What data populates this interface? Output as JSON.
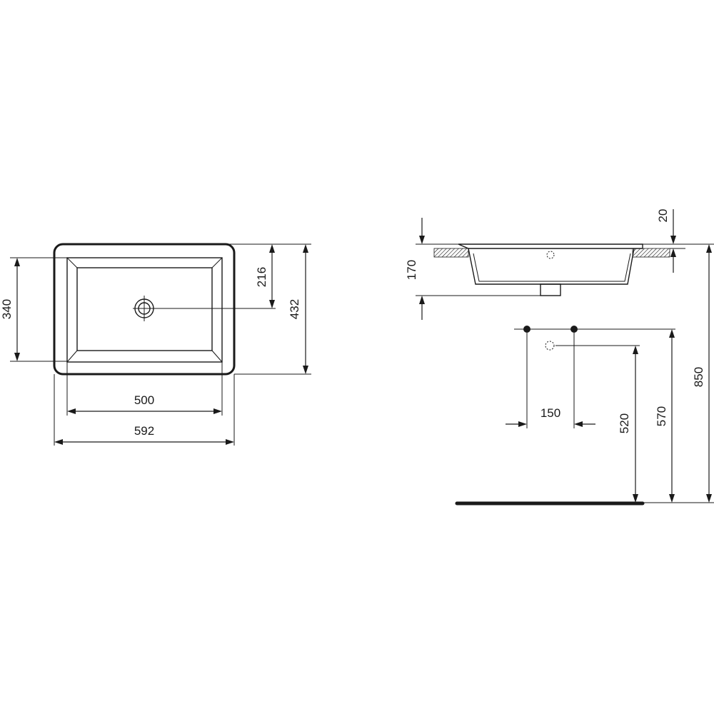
{
  "drawing": {
    "top_view": {
      "dim_outer_width": "592",
      "dim_inner_width": "500",
      "dim_inner_depth": "340",
      "dim_outer_depth": "432",
      "dim_tap_hole_offset": "216"
    },
    "side_view": {
      "dim_basin_height": "170",
      "dim_rim_thickness": "20",
      "dim_rim_height_floor": "850",
      "dim_supply_height": "570",
      "dim_waste_height": "520",
      "dim_supply_spacing": "150"
    }
  }
}
